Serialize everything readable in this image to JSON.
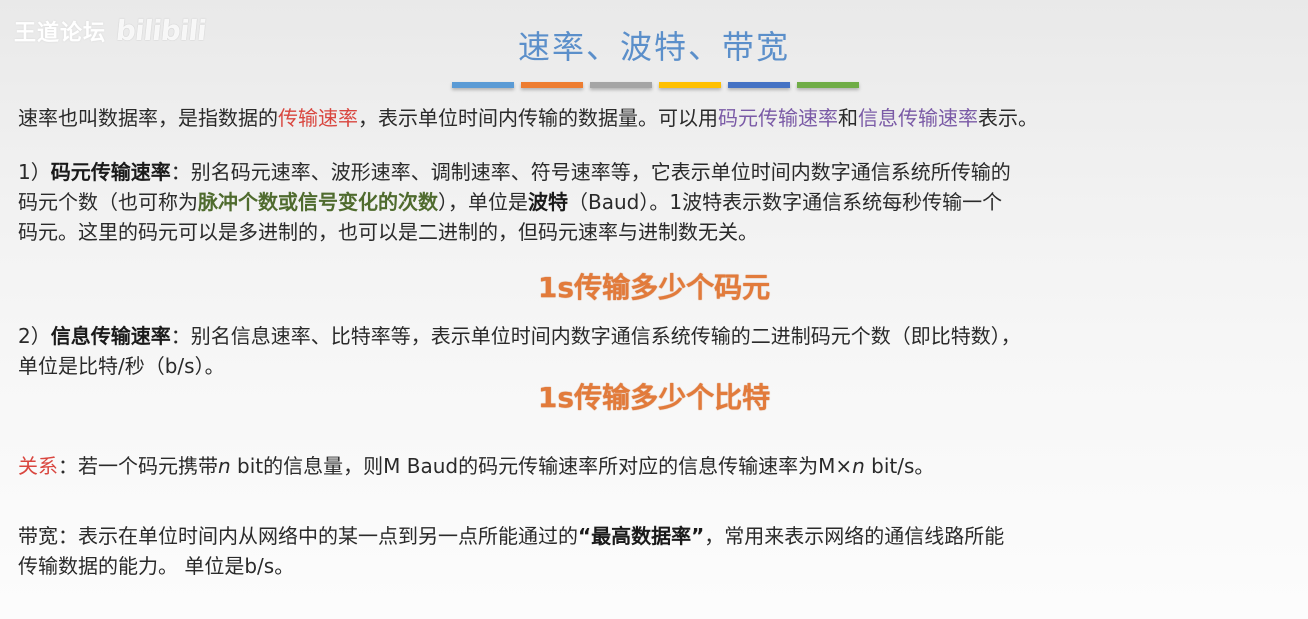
{
  "watermark": {
    "brand_text": "王道论坛",
    "logo_text": "bilibili"
  },
  "title": "速率、波特、带宽",
  "title_color": "#5b8fca",
  "divider_colors": [
    "#5b9bd5",
    "#ed7d31",
    "#a5a5a5",
    "#ffc000",
    "#4472c4",
    "#70ad47"
  ],
  "intro": {
    "part1": "速率也叫数据率，是指数据的",
    "highlight_red": "传输速率",
    "part2": "，表示单位时间内传输的数据量。可以用",
    "highlight_purple_1": "码元传输速率",
    "part3": "和",
    "highlight_purple_2": "信息传输速率",
    "part4": "表示。"
  },
  "baud_rate": {
    "number": "1）",
    "term": "码元传输速率",
    "line1_rest": "：别名码元速率、波形速率、调制速率、符号速率等，它表示单位时间内数字通信系统所传输的",
    "line2_part1": "码元个数（也可称为",
    "line2_green": "脉冲个数或信号变化的次数",
    "line2_part2": "），单位是",
    "line2_bold": "波特",
    "line2_part3": "（Baud）。1波特表示数字通信系统每秒传输一个",
    "line3": "码元。这里的码元可以是多进制的，也可以是二进制的，但码元速率与进制数无关。",
    "callout": "1s传输多少个码元"
  },
  "bit_rate": {
    "number": "2）",
    "term": "信息传输速率",
    "line1_rest": "：别名信息速率、比特率等，表示单位时间内数字通信系统传输的二进制码元个数（即比特数），",
    "line2": "单位是比特/秒（b/s）。",
    "callout": "1s传输多少个比特"
  },
  "relation": {
    "label": "关系",
    "part1": "：若一个码元携带",
    "n1": "n",
    "part2": " bit的信息量，则M Baud的码元传输速率所对应的信息传输速率为M×",
    "n2": "n",
    "part3": " bit/s。"
  },
  "bandwidth": {
    "line1_part1": "带宽：表示在单位时间内从网络中的某一点到另一点所能通过的",
    "line1_bold": "“最高数据率”",
    "line1_part2": "，常用来表示网络的通信线路所能",
    "line2": "传输数据的能力。 单位是b/s。"
  }
}
